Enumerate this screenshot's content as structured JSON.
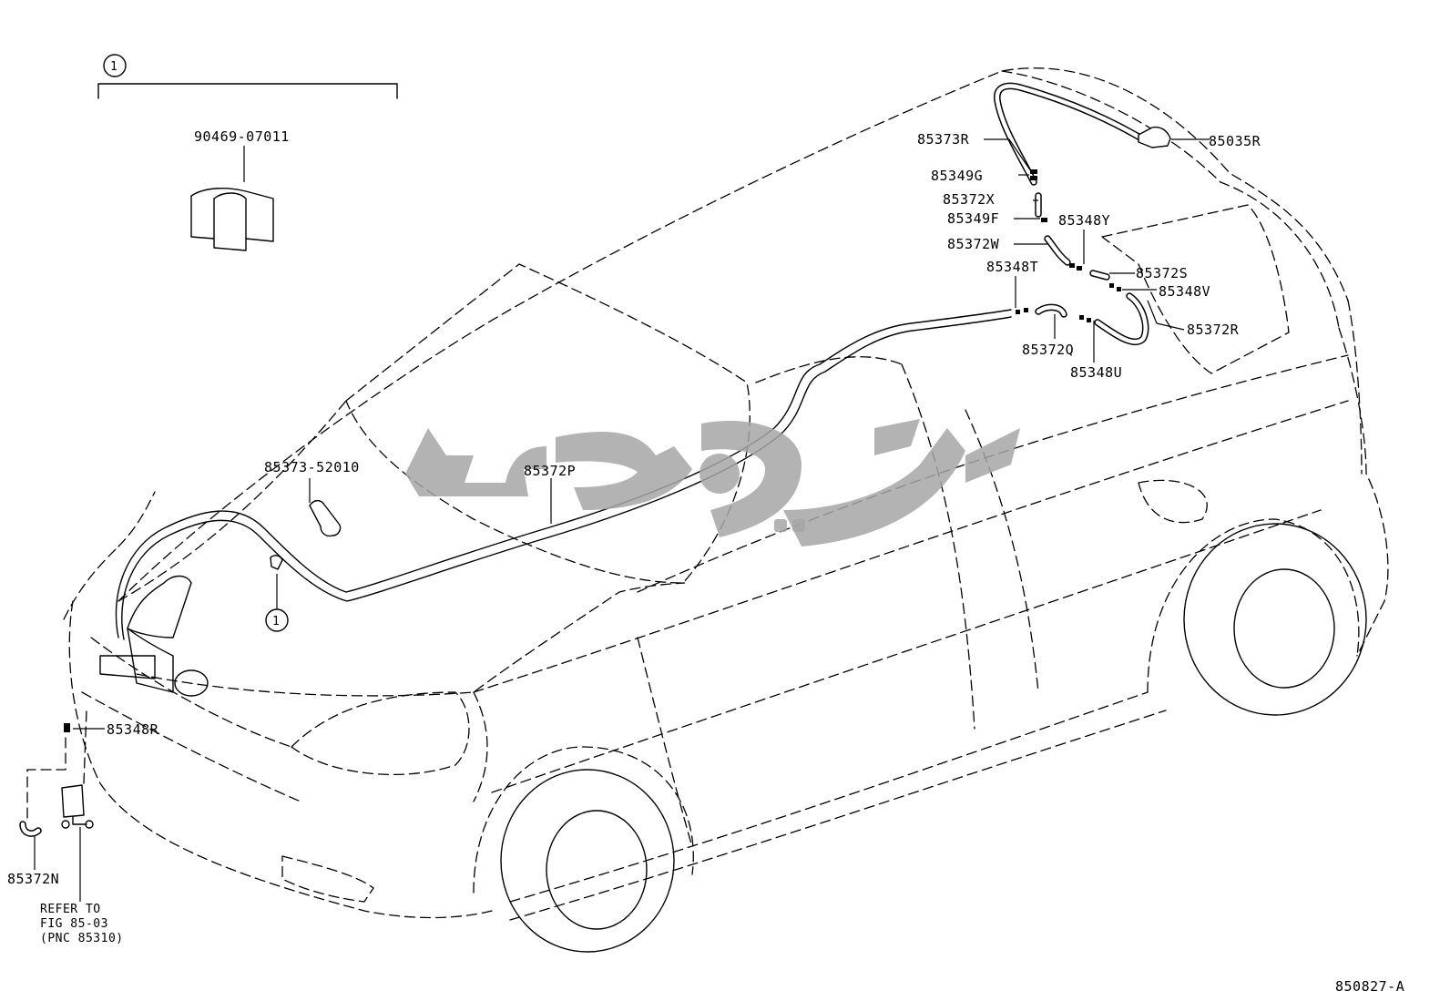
{
  "diagram_id": "850827-A",
  "callout_marker": "1",
  "parts": {
    "clip": "90469-07011",
    "cap": "85373-52010",
    "front_hose": "85372P",
    "rear_top_hose": "85373R",
    "nozzle": "85035R",
    "joint_g": "85349G",
    "hose_x": "85372X",
    "joint_f": "85349F",
    "hose_w": "85372W",
    "check_y": "85348Y",
    "check_t": "85348T",
    "hose_s": "85372S",
    "check_v": "85348V",
    "hose_r": "85372R",
    "hose_q": "85372Q",
    "check_u": "85348U",
    "check_r": "85348R",
    "hose_n": "85372N"
  },
  "reference_note": {
    "line1": "REFER TO",
    "line2": "FIG 85-03",
    "line3": "(PNC 85310)"
  },
  "watermark_icon": "arabic-script-watermark"
}
